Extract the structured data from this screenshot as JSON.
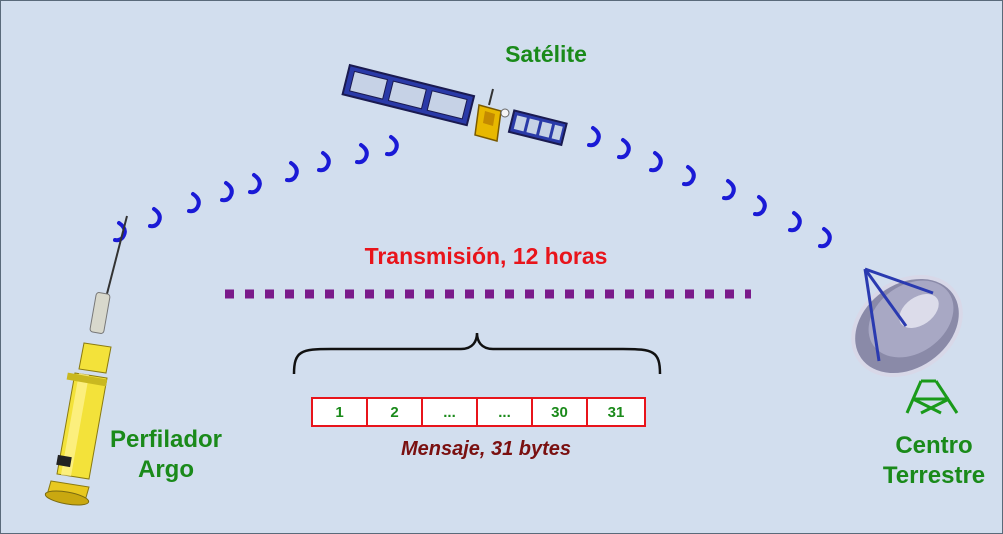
{
  "labels": {
    "satellite": "Satélite",
    "transmission": "Transmisión, 12 horas",
    "float_line1": "Perfilador",
    "float_line2": "Argo",
    "station_line1": "Centro",
    "station_line2": "Terrestre",
    "message": "Mensaje, 31 bytes"
  },
  "message_cells": [
    "1",
    "2",
    "...",
    "...",
    "30",
    "31"
  ],
  "colors": {
    "background": "#d2deee",
    "label_green": "#1a8a1a",
    "transmission_red": "#e8141b",
    "message_maroon": "#7a1010",
    "signal_blue": "#1a1ad6",
    "dotted_line_purple": "#7a1a8a"
  }
}
